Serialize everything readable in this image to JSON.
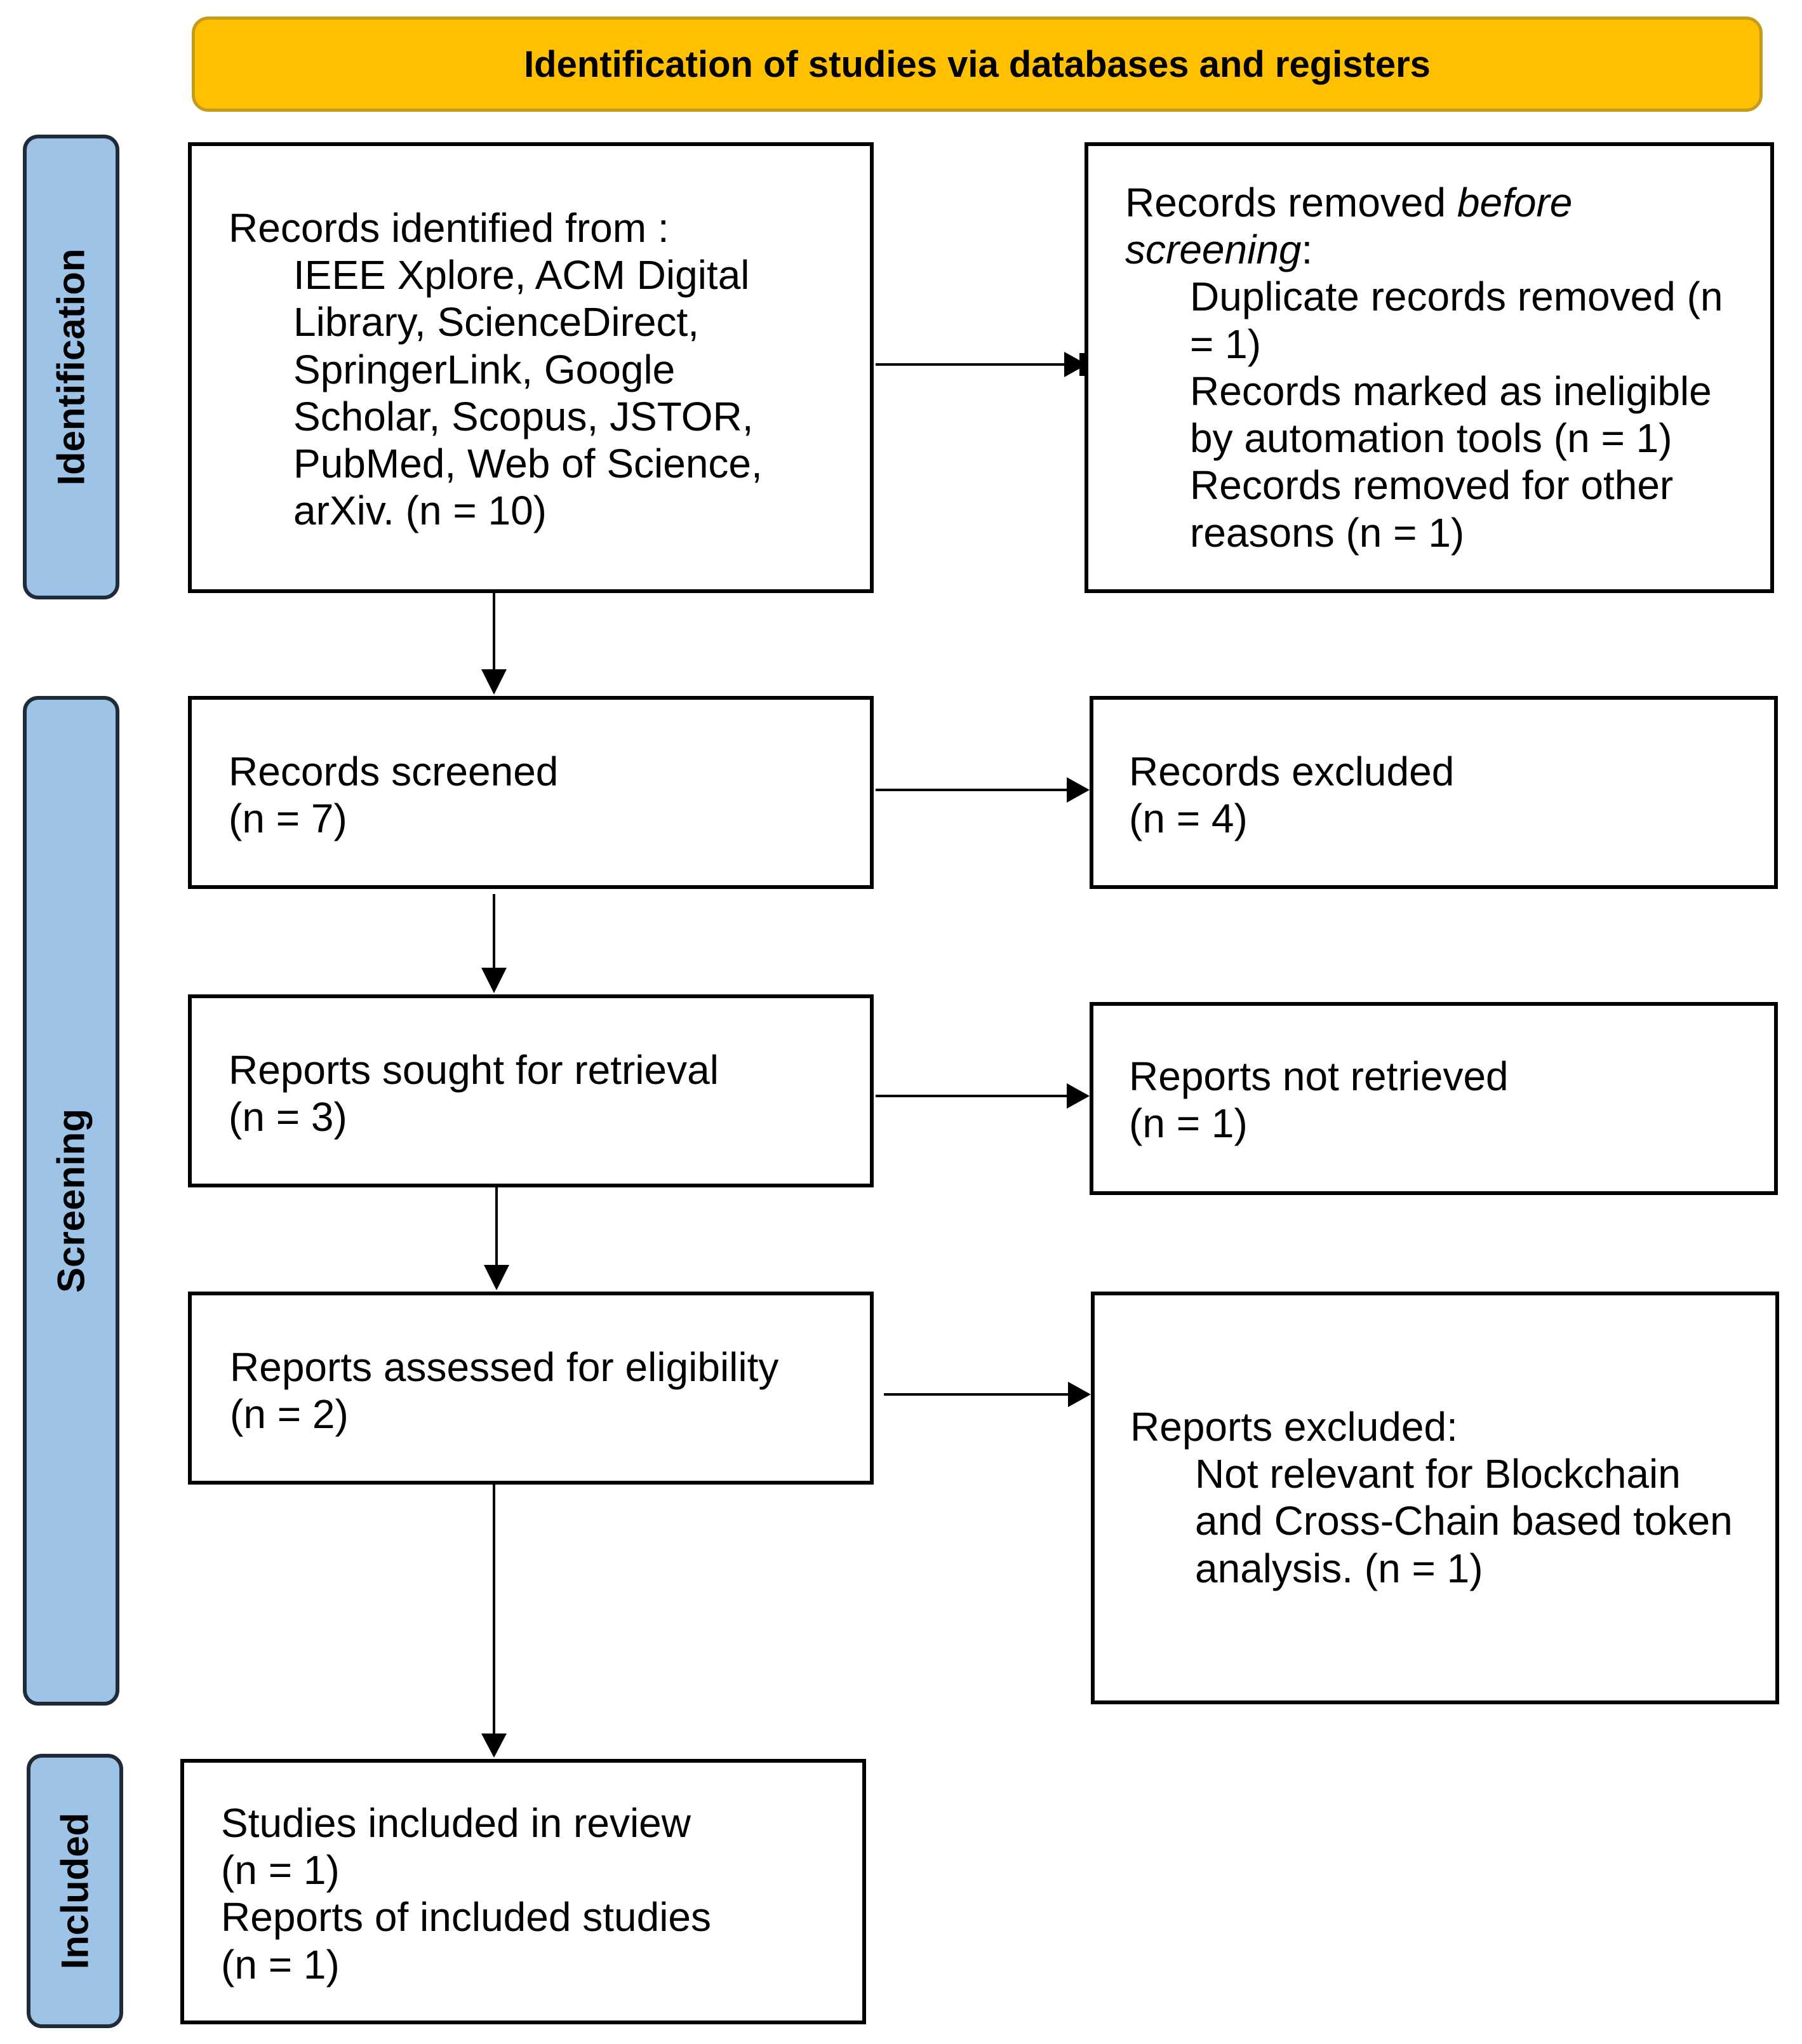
{
  "header": {
    "title": "Identification of studies via databases and registers"
  },
  "phases": {
    "identification": "Identification",
    "screening": "Screening",
    "included": "Included"
  },
  "identification": {
    "records_identified_label": "Records identified from :",
    "records_identified_sources": "IEEE Xplore, ACM Digital Library, ScienceDirect, SpringerLink, Google Scholar, Scopus, JSTOR, PubMed, Web of Science, arXiv. (n = 10)",
    "removed_title_prefix": "Records removed ",
    "removed_title_emphasis": "before screening",
    "removed_title_suffix": ":",
    "removed_items": [
      "Duplicate records removed (n = 1)",
      "Records marked as ineligible by automation tools (n = 1)",
      "Records removed for other reasons (n = 1)"
    ]
  },
  "screening": {
    "screened_label": "Records screened",
    "screened_count": "(n = 7)",
    "excluded_label": "Records excluded",
    "excluded_count": "(n = 4)",
    "sought_label": "Reports sought for retrieval",
    "sought_count": "(n = 3)",
    "not_retrieved_label": "Reports not retrieved",
    "not_retrieved_count": "(n = 1)",
    "assessed_label": "Reports assessed for eligibility",
    "assessed_count": "(n = 2)",
    "reports_excluded_label": "Reports excluded:",
    "reports_excluded_reason": "Not relevant for Blockchain and Cross-Chain based token analysis. (n = 1)"
  },
  "included": {
    "studies_label": "Studies included in review",
    "studies_count": "(n = 1)",
    "reports_label": "Reports of included studies",
    "reports_count": "(n = 1)"
  }
}
